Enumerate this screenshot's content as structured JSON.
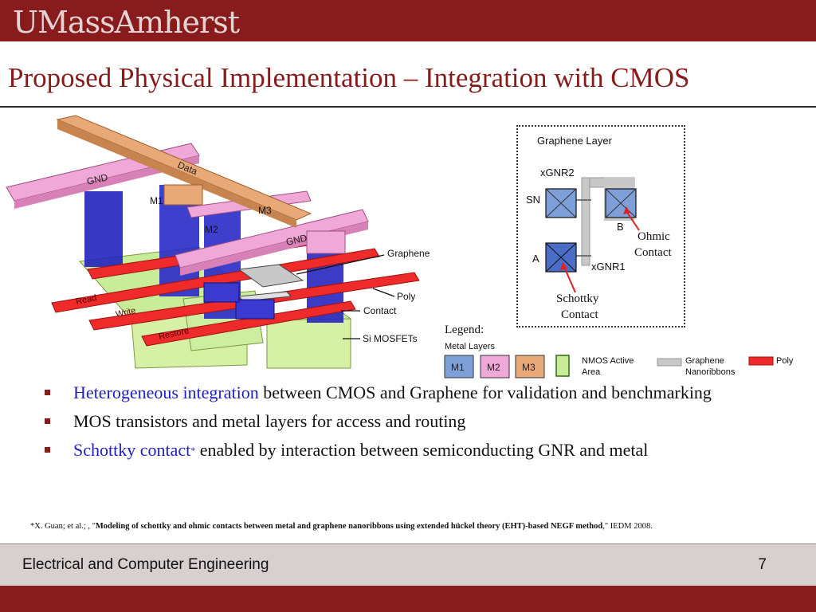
{
  "header": {
    "logo_text": "UMassAmherst"
  },
  "slide": {
    "title": "Proposed Physical Implementation – Integration with CMOS",
    "page_number": "7"
  },
  "diagram": {
    "labels": {
      "gnd_left": "GND",
      "data": "Data",
      "m1": "M1",
      "m2": "M2",
      "m3": "M3",
      "gnd_right": "GND",
      "graphene": "Graphene",
      "poly": "Poly",
      "contact": "Contact",
      "read": "Read",
      "write": "Write",
      "restore": "Restore",
      "si_mosfets": "Si MOSFETs"
    }
  },
  "panel": {
    "title": "Graphene Layer",
    "xgnr2": "xGNR2",
    "sn": "SN",
    "b": "B",
    "a": "A",
    "xgnr1": "xGNR1",
    "ohmic_line1": "Ohmic",
    "ohmic_line2": "Contact",
    "schottky_line1": "Schottky",
    "schottky_line2": "Contact"
  },
  "legend": {
    "title": "Legend:",
    "metal_layers": "Metal Layers",
    "m1": "M1",
    "m2": "M2",
    "m3": "M3",
    "nmos_line1": "NMOS Active",
    "nmos_line2": "Area",
    "gnr_line1": "Graphene",
    "gnr_line2": "Nanoribbons",
    "poly": "Poly"
  },
  "bullets": {
    "b1_highlight": "Heterogeneous integration",
    "b1_rest": " between CMOS and Graphene for validation and benchmarking",
    "b2": "MOS transistors and metal layers for access and routing",
    "b3_highlight": "Schottky contact",
    "b3_sup": "*",
    "b3_rest": " enabled by interaction between semiconducting GNR and metal"
  },
  "reference": {
    "prefix": "*X. Guan; et al.; , \"",
    "bold": "Modeling of schottky and ohmic contacts between metal and graphene nanoribbons using extended hückel theory (EHT)-based NEGF method",
    "suffix": ",\" IEDM 2008."
  },
  "footer": {
    "department": "Electrical and Computer Engineering"
  },
  "colors": {
    "brand_maroon": "#881c1c",
    "highlight_blue": "#1f1fbf",
    "m1": "#7f9fd8",
    "m2": "#f0a8d8",
    "m3": "#e8a878",
    "nmos": "#c8ec98",
    "gnr": "#c8c8c8",
    "poly": "#ee2a2a"
  }
}
